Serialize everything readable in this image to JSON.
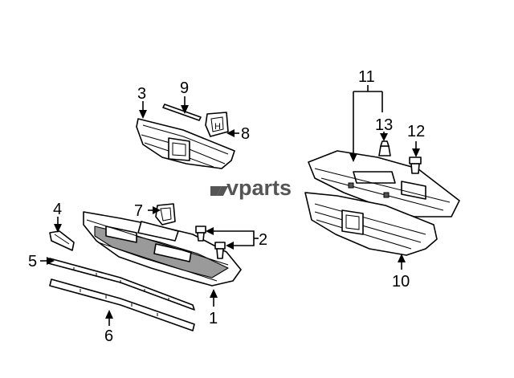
{
  "callouts": {
    "c1": "1",
    "c2": "2",
    "c3": "3",
    "c4": "4",
    "c5": "5",
    "c6": "6",
    "c7": "7",
    "c8": "8",
    "c9": "9",
    "c10": "10",
    "c11": "11",
    "c12": "12",
    "c13": "13"
  },
  "watermark": "vparts",
  "colors": {
    "line": "#000000",
    "shade": "#9a9a9a",
    "watermark": "#555555"
  }
}
